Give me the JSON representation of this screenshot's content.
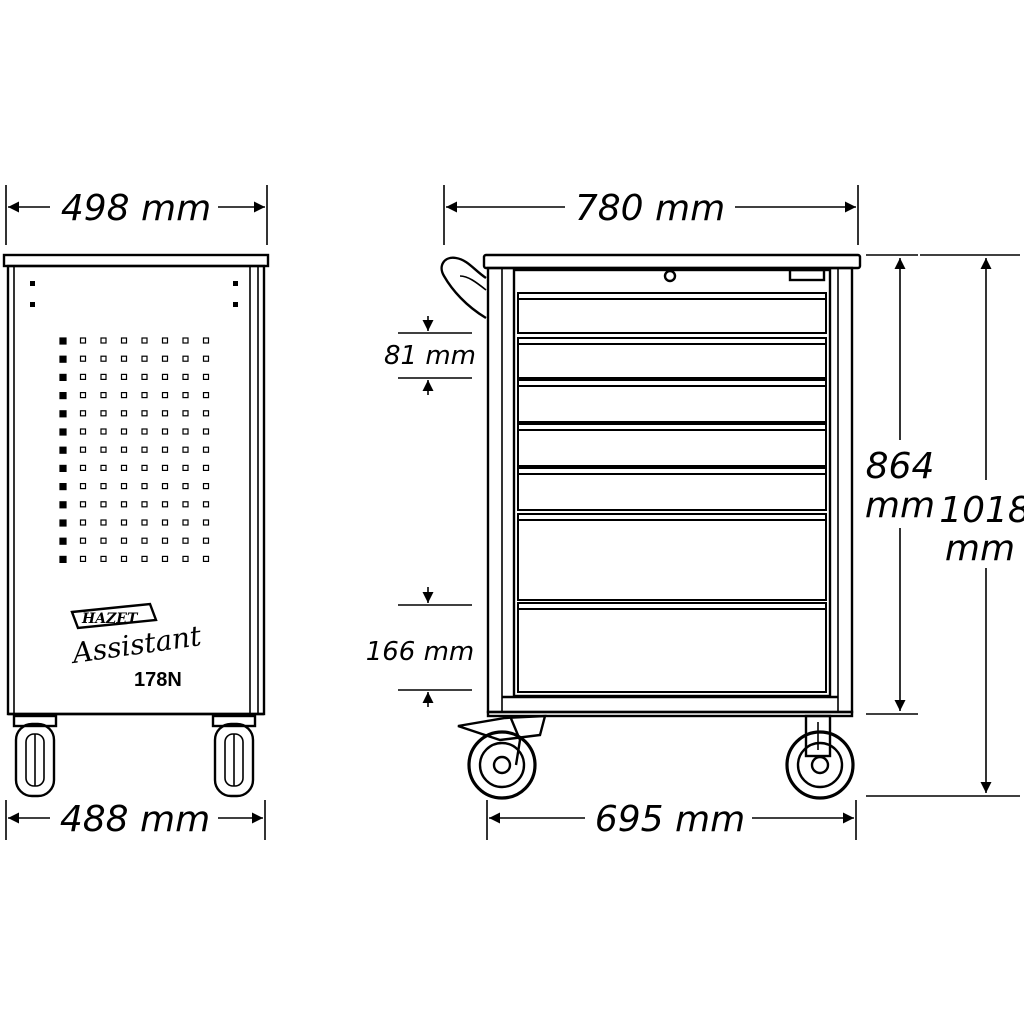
{
  "dimensions": {
    "side_top_width": "498 mm",
    "side_bottom_width": "488 mm",
    "front_top_width": "780 mm",
    "front_bottom_width": "695 mm",
    "drawer_small_height": "81 mm",
    "drawer_large_height": "166 mm",
    "body_height_value": "864",
    "body_height_unit": "mm",
    "total_height_value": "1018",
    "total_height_unit": "mm"
  },
  "logo": {
    "brand": "HAZET",
    "product": "Assistant",
    "model": "178N"
  },
  "colors": {
    "line": "#000000",
    "background": "#ffffff"
  }
}
